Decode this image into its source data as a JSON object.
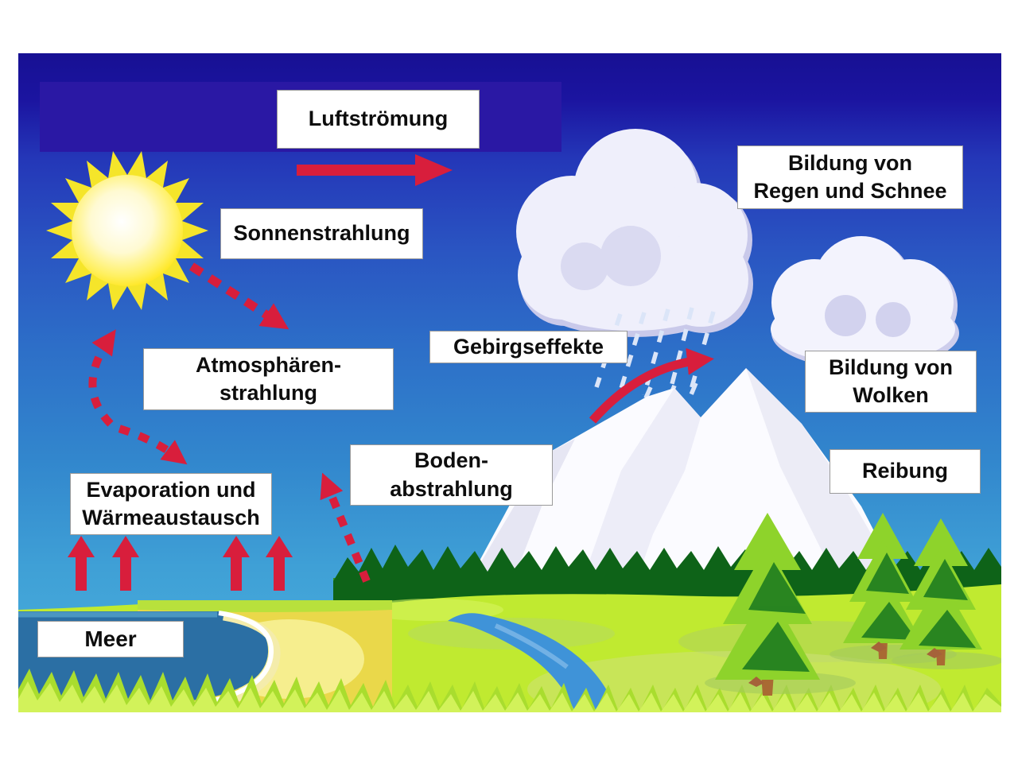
{
  "labels": {
    "luftstroemung": {
      "text": "Luftströmung"
    },
    "sonnenstrahlung": {
      "text": "Sonnenstrahlung"
    },
    "bildung_regen_schnee": {
      "line1": "Bildung von",
      "line2": "Regen und Schnee"
    },
    "atmosphaerenstrahlung": {
      "line1": "Atmosphären-",
      "line2": "strahlung"
    },
    "gebirgseffekte": {
      "text": "Gebirgseffekte"
    },
    "bildung_wolken": {
      "line1": "Bildung von",
      "line2": "Wolken"
    },
    "bodenabstrahlung": {
      "line1": "Boden-",
      "line2": "abstrahlung"
    },
    "evaporation": {
      "line1": "Evaporation und",
      "line2": "Wärmeaustausch"
    },
    "reibung": {
      "text": "Reibung"
    },
    "meer": {
      "text": "Meer"
    }
  },
  "colors": {
    "arrow_red": "#d81e3c",
    "sky_top": "#171093",
    "sky_bottom": "#4cb2de",
    "air_band_navy": "#2a18a4",
    "sun_yellow": "#f5e52a",
    "cloud_white": "#efeffb",
    "cloud_shade": "#c9c9ea",
    "rain_streak": "#dbe5f8",
    "mountain_white": "#fbfbff",
    "mountain_shade": "#e6e6f3",
    "treeline_green": "#0e6318",
    "tree_bright_green": "#8ed32b",
    "tree_dark_green": "#1e7c1f",
    "meadow_green": "#c0ea30",
    "sea_blue": "#2b6fa4",
    "river_blue": "#3f93d8",
    "sand_yellow": "#ead84a",
    "label_bg": "#ffffff",
    "label_text": "#0d0d0d"
  },
  "scene_icons": {
    "sun": "sun-icon",
    "rain_cloud": "rain-cloud-icon",
    "small_cloud": "cloud-icon",
    "rain": "rain-streaks-icon",
    "mountain": "mountain-icon",
    "trees": "evergreen-tree-icon",
    "sea": "sea-area",
    "river": "river-area",
    "meadow": "meadow-area",
    "arrows": "red-flow-arrow-icon"
  }
}
